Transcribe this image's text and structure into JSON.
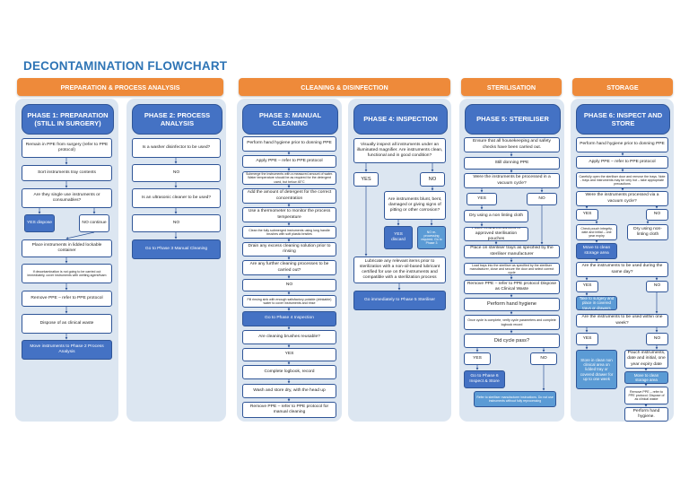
{
  "title": "DECONTAMINATION FLOWCHART",
  "banners": {
    "prep": "PREPARATION & PROCESS ANALYSIS",
    "clean": "CLEANING & DISINFECTION",
    "steril": "STERILISATION",
    "storage": "STORAGE"
  },
  "phases": {
    "p1": "PHASE 1: PREPARATION (STILL IN SURGERY)",
    "p2": "PHASE 2: PROCESS ANALYSIS",
    "p3": "PHASE 3: MANUAL CLEANING",
    "p4": "PHASE 4: INSPECTION",
    "p5": "PHASE 5: STERILISER",
    "p6": "PHASE 6: INSPECT AND STORE"
  },
  "col1": {
    "b1": "Remain in PPE from surgery  (refer to PPE protocol)",
    "b2": "Sort instruments tray contents",
    "b3": "Are they single use instruments or consumables?",
    "yes": "YES dispose",
    "no": "NO continue",
    "b4": "Place instruments in lidded lockable container",
    "b5": "If decontamination is not going to be carried out immediately, cover instruments with wetting agent/foam",
    "b6": "Remove PPE – refer to PPE protocol",
    "b7": "Dispose of as clinical waste",
    "b8": "Move instruments to Phase 2 Process Analysis"
  },
  "col2": {
    "b1": "Is a washer disinfector to be used?",
    "b2": "NO",
    "b3": "Is an ultrasonic cleaner to be used?",
    "b4": "NO",
    "b5": "Go to Phase 3 Manual Cleaning"
  },
  "col3": {
    "b1": "Perform hand hygiene prior to donning PPE",
    "b2": "Apply PPE – refer to PPE protocol",
    "b3": "Submerge the instruments with a measured amount of water.  Water temperature should be as required for the detergent used, but below 45°C",
    "b4": "Add the amount of detergent for the correct concentration",
    "b5": "Use a thermometer to monitor the process temperature",
    "b6": "Clean the fully submerged instruments using long handle brushes with soft plastic bristles",
    "b7": "Drain any excess cleaning solution prior to rinsing",
    "b8": "Are any further cleaning processes to be carried out?",
    "b9": "NO",
    "b10": "Fill rinsing sink with enough satisfactory potable (drinkable) water to cover instruments and rinse",
    "b11": "Go to Phase 4 Inspection",
    "b12": "Are cleaning brushes reusable?",
    "b13": "YES",
    "b14": "Complete logbook, record",
    "b15": "Wash and store dry, with the head up",
    "b16": "Remove PPE – refer to PPE protocol for manual cleaning"
  },
  "col4": {
    "b1": "Visually inspect all instruments under an illuminated magnifier.  Are instruments clean, functional and in good condition?",
    "yes": "YES",
    "no": "NO",
    "b2": "Are instruments blunt, bent, damaged or giving signs of pitting or other corrosion?",
    "yes2": "YES discard",
    "no2": "NO re-processing required. Go to Phase 3",
    "b3": "Lubricate any relevant items prior to sterilization with a non-oil-based lubricant certified for use on the instruments and compatible with a sterilization process",
    "b4": "Go immediately to Phase 5 Steriliser"
  },
  "col5": {
    "b1": "Ensure that all housekeeping and safety checks have been carried out.",
    "b2": "Still donning PPE",
    "b3": "Were the instruments be processed in a vacuum cycle?",
    "yes": "YES",
    "no": "NO",
    "b4": "Dry using a non linting cloth",
    "b5": "Place instruments/sets in approved sterilisation pouches",
    "b6": "Place on steriliser trays as specified by the steriliser manufacturer",
    "b7": "Load trays into the steriliser as specified by the steriliser manufacturer, close and secure the door and select correct cycle",
    "b8": "Remove PPE – refer to PPE protocol Dispose as Clinical Waste",
    "b9": "Perform hand hygiene",
    "b10": "Once cycle is complete, verify cycle parameters and complete logbook record",
    "b11": "Did cycle pass?",
    "yes2": "YES",
    "no2": "NO",
    "b12": "Go to Phase 6 Inspect & Store",
    "b13": "Refer to steriliser manufacturer instructions. Do not use instruments without fully reprocessing"
  },
  "col6": {
    "b1": "Perform hand hygiene prior to donning PPE",
    "b2": "Apply PPE – refer to PPE protocol",
    "b3": "Carefully open the steriliser door and remove the trays. Note - trays and instruments may be very hot – take appropriate precautions",
    "b4": "Were the instruments processed via a vacuum cycle?",
    "yes": "YES",
    "no": "NO",
    "b5": "Check pouch integrity, date and initial – one year expiry",
    "b6": "Dry using non-linting cloth",
    "b7": "Move to clean storage area",
    "b8": "Are the instruments to be used during the same day?",
    "yes2": "YES",
    "no2": "NO",
    "b9": "Take to surgery and place in covered trays or drawers",
    "b10": "Are the instruments to be used within one week?",
    "yes3": "YES",
    "no3": "NO",
    "b11": "Store in clean non clinical area on lidded tray or covered drawer for up to one week",
    "b12": "Pouch instruments, date and initial, one year expiry date",
    "b13": "Move to clean storage area",
    "b14": "Remove PPE – refer to PPE protocol. Dispose of as clinical waste",
    "b15": "Perform hand hygiene."
  }
}
